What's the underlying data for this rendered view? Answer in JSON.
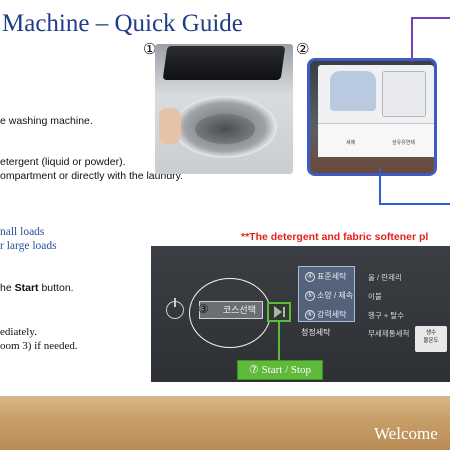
{
  "title": "Machine – Quick Guide",
  "steps": {
    "line1": "e washing machine.",
    "line2": "etergent (liquid or powder).",
    "line3": "ompartment or directly with the laundry.",
    "loads_small": "nall loads",
    "loads_large": "r large loads",
    "start_prefix": "he ",
    "start_bold": "Start",
    "start_suffix": " button.",
    "immediately": "ediately.",
    "room": "oom 3) if needed."
  },
  "note": "**The detergent and fabric softener pl",
  "badges": {
    "photo1": "①",
    "photo2": "②"
  },
  "drawer_labels": {
    "left": "세제",
    "right": "섬유유연제"
  },
  "panel": {
    "course_number": "③",
    "course_label": "코스선택",
    "start_stop": "⑦ Start / Stop",
    "wash_options": [
      {
        "num": "④",
        "label": "표준세탁",
        "desc": "울 / 란제리"
      },
      {
        "num": "⑤",
        "label": "소양 / 제속",
        "desc": "이불"
      },
      {
        "num": "⑥",
        "label": "강력세탁",
        "desc": "헹구 + 탈수"
      },
      {
        "num": "",
        "label": "청정세탁",
        "desc": "무세제통세척"
      }
    ],
    "right_button_top": "생수",
    "right_button_bottom": "물온도"
  },
  "welcome": "Welcome",
  "colors": {
    "title": "#1f3d8a",
    "note": "#e3211b",
    "start_button": "#5fba3b",
    "callout_purple": "#7a3fb8",
    "callout_blue": "#2f5fd0"
  },
  "icons": [
    "power-icon",
    "play-pause-icon"
  ]
}
